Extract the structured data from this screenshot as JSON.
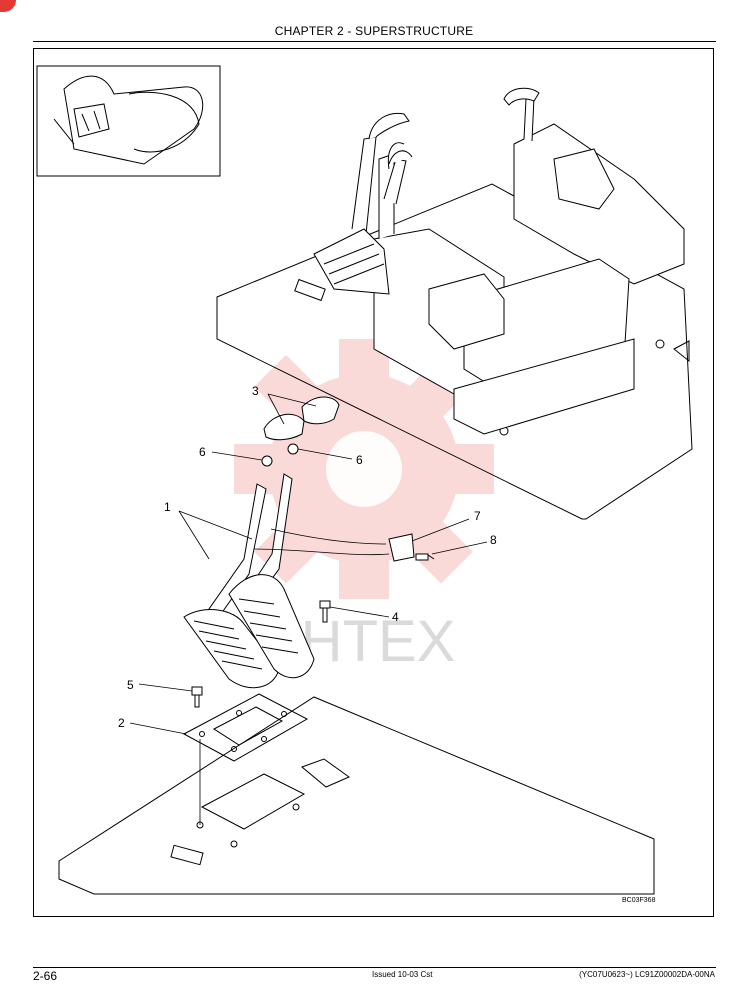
{
  "header": {
    "title": "CHAPTER 2 - SUPERSTRUCTURE"
  },
  "figure": {
    "reference": "BC03F368",
    "watermark": "AHTEX",
    "callouts": {
      "c1": "1",
      "c2": "2",
      "c3": "3",
      "c4": "4",
      "c5": "5",
      "c6a": "6",
      "c6b": "6",
      "c7": "7",
      "c8": "8"
    }
  },
  "footer": {
    "page": "2-66",
    "issue": "Issued 10-03   Cst",
    "code": "(YC07U0623~)   LC91Z00002DA-00NA"
  },
  "colors": {
    "watermark": "#e53935",
    "ink": "#000000",
    "badge": "#e53935"
  }
}
